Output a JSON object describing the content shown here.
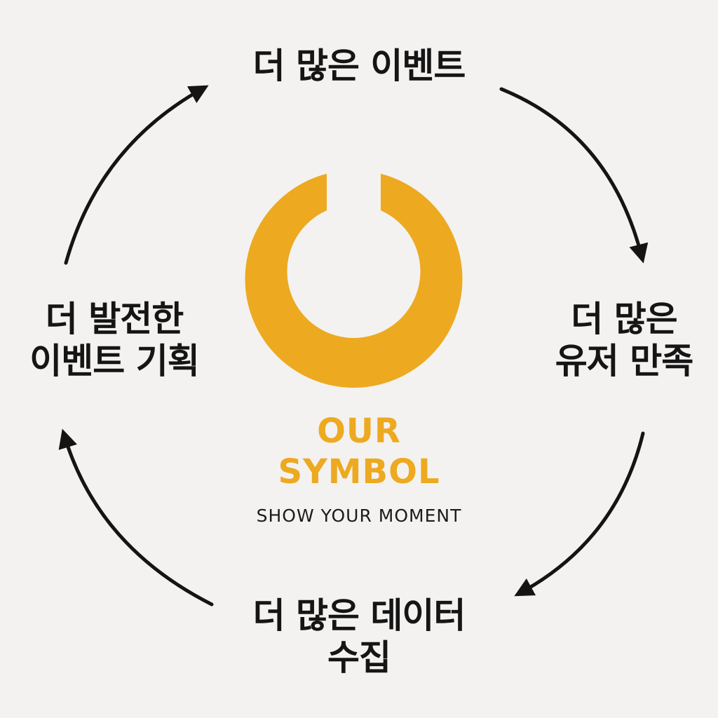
{
  "colors": {
    "background": "#f3f2f0",
    "accent": "#eda920",
    "text": "#151515",
    "arrow": "#141414"
  },
  "diagram": {
    "type": "cycle",
    "direction": "clockwise",
    "nodes": {
      "top": {
        "lines": [
          "더 많은 이벤트"
        ]
      },
      "right": {
        "lines": [
          "더 많은",
          "유저 만족"
        ]
      },
      "bottom": {
        "lines": [
          "더 많은 데이터",
          "수집"
        ]
      },
      "left": {
        "lines": [
          "더 발전한",
          "이벤트 기획"
        ]
      }
    },
    "arrows": [
      {
        "from": "top",
        "to": "right"
      },
      {
        "from": "right",
        "to": "bottom"
      },
      {
        "from": "bottom",
        "to": "left"
      },
      {
        "from": "left",
        "to": "top"
      }
    ]
  },
  "brand": {
    "symbol_icon": "open-ring-power-icon",
    "title_lines": [
      "OUR",
      "SYMBOL"
    ],
    "tagline": "SHOW YOUR MOMENT"
  }
}
